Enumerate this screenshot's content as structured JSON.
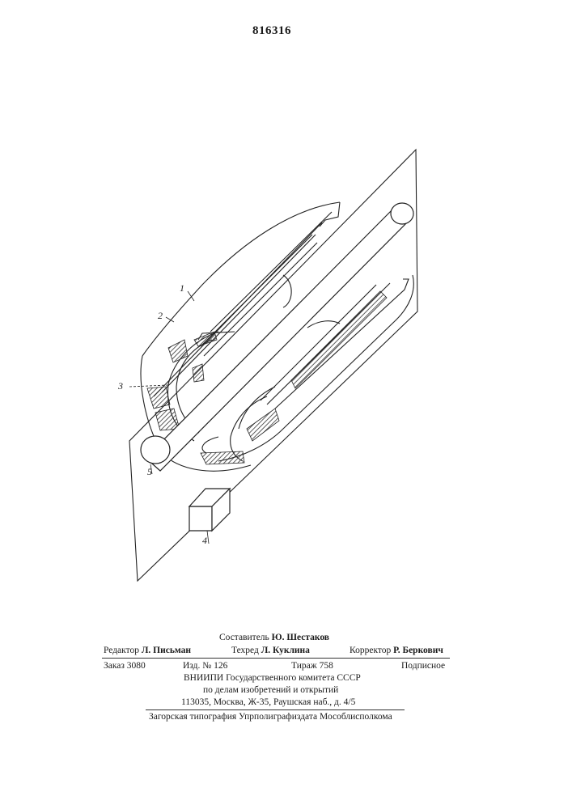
{
  "header": {
    "patent_number": "816316"
  },
  "figure": {
    "labels": {
      "l1": "1",
      "l2": "2",
      "l3": "3",
      "l4": "4",
      "l5": "5"
    }
  },
  "colophon": {
    "compiler": {
      "label": "Составитель",
      "name": "Ю. Шестаков"
    },
    "editor": {
      "label": "Редактор",
      "name": "Л. Письман"
    },
    "tech_editor": {
      "label": "Техред",
      "name": "Л. Куклина"
    },
    "corrector": {
      "label": "Корректор",
      "name": "Р. Беркович"
    },
    "order": "Заказ 3080",
    "edition": "Изд. № 126",
    "print_run": "Тираж 758",
    "subscription": "Подписное",
    "org_line1": "ВНИИПИ Государственного комитета СССР",
    "org_line2": "по делам изобретений и открытий",
    "address": "113035, Москва, Ж-35, Раушская наб., д. 4/5",
    "printer": "Загорская типография Упрполиграфиздата Мособлисполкома"
  }
}
